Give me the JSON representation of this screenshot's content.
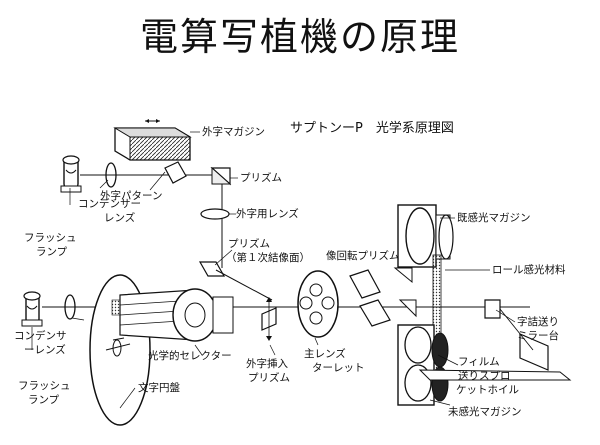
{
  "title": "電算写植機の原理",
  "subtitle": "サプトンーP　光学系原理図",
  "labels": {
    "outer_magazine": "外字マガジン",
    "outer_pattern": "外字パターン",
    "prism_top": "プリズム",
    "outer_lens": "外字用レンズ",
    "condenser_top_1": "コンデンサー",
    "condenser_top_2": "レンズ",
    "flash_top_1": "フラッシュ",
    "flash_top_2": "ランプ",
    "prism_mid_1": "プリズム",
    "prism_mid_2": "（第１次結像面）",
    "image_rotation_prism": "像回転プリズム",
    "exposed_magazine": "既感光マガジン",
    "roll_material": "ロール感光材料",
    "feed_mirror_1": "字詰送り",
    "feed_mirror_2": "ミラー台",
    "condenser_bot_1": "コンデンサ",
    "condenser_bot_2": "ーレンズ",
    "optical_selector": "光学的セレクター",
    "outer_insert_prism_1": "外字挿入",
    "outer_insert_prism_2": "プリズム",
    "main_lens_1": "主レンズ",
    "main_lens_2": "ターレット",
    "film_1": "フィルム",
    "film_2": "送りスプロ",
    "film_3": "ケットホイル",
    "char_disc": "文字円盤",
    "flash_bot_1": "フラッシュ",
    "flash_bot_2": "ランプ",
    "unexposed_magazine": "未感光マガジン"
  }
}
